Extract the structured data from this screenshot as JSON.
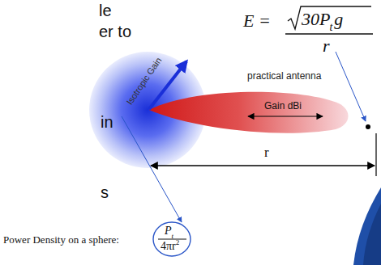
{
  "diagram": {
    "labels": [
      "le",
      "er to",
      "in",
      "s",
      "E =",
      "30P",
      "t",
      "g",
      "r",
      "Isotropic Gain",
      "practical antenna",
      "Gain dBi",
      "r",
      "Power Density on a sphere:",
      "P",
      "t",
      "4πr",
      "2"
    ]
  }
}
